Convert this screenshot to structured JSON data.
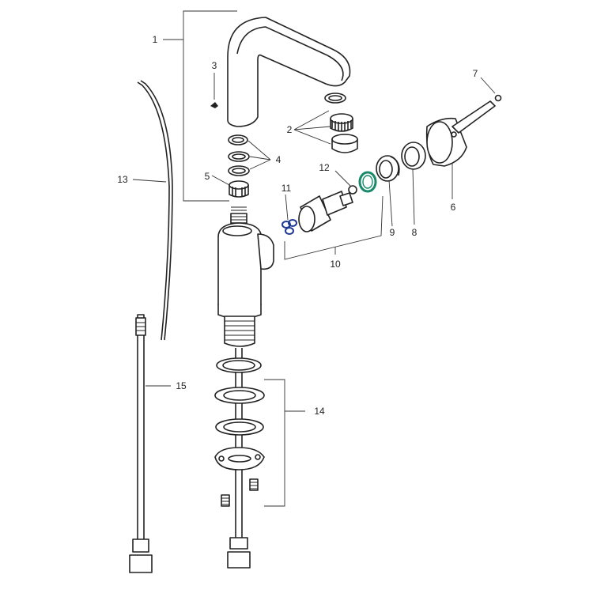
{
  "callouts": [
    {
      "id": "1",
      "label": "1"
    },
    {
      "id": "2",
      "label": "2"
    },
    {
      "id": "3",
      "label": "3"
    },
    {
      "id": "4",
      "label": "4"
    },
    {
      "id": "5",
      "label": "5"
    },
    {
      "id": "6",
      "label": "6"
    },
    {
      "id": "7",
      "label": "7"
    },
    {
      "id": "8",
      "label": "8"
    },
    {
      "id": "9",
      "label": "9"
    },
    {
      "id": "10",
      "label": "10"
    },
    {
      "id": "11",
      "label": "11"
    },
    {
      "id": "12",
      "label": "12"
    },
    {
      "id": "13",
      "label": "13"
    },
    {
      "id": "14",
      "label": "14"
    },
    {
      "id": "15",
      "label": "15"
    }
  ],
  "colors": {
    "line": "#222222",
    "o_ring_blue": "#1f3a93",
    "ring_green": "#1a8a6a",
    "background": "#ffffff"
  }
}
